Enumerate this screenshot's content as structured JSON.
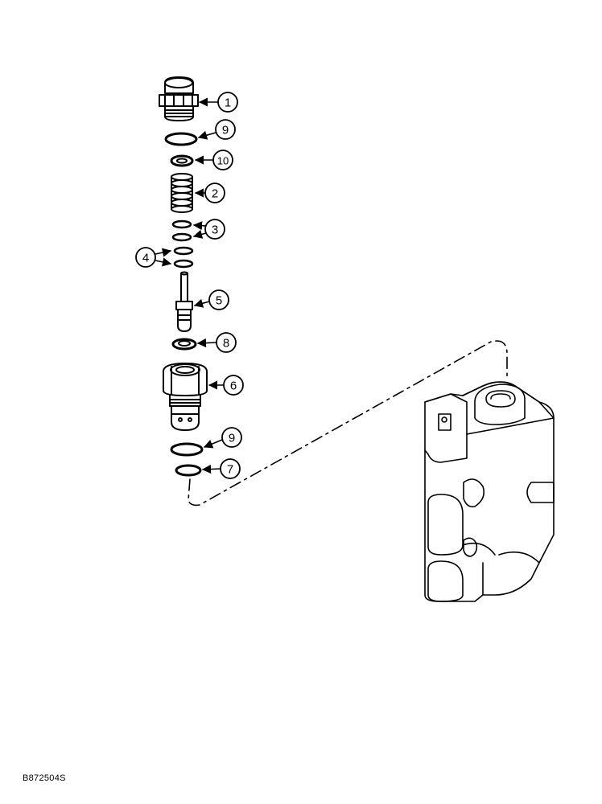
{
  "figure_id": "B872504S",
  "callouts": {
    "c1": "1",
    "c9a": "9",
    "c10": "10",
    "c2": "2",
    "c3": "3",
    "c4": "4",
    "c5": "5",
    "c8": "8",
    "c6": "6",
    "c9b": "9",
    "c7": "7"
  }
}
